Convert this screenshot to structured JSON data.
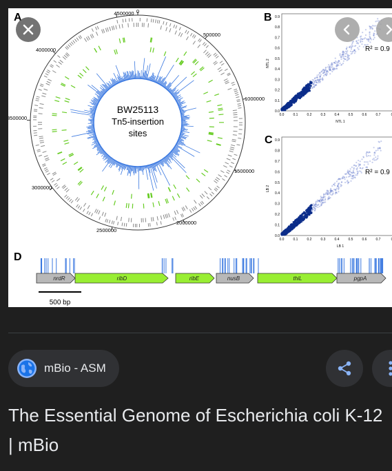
{
  "figure": {
    "panel_a": {
      "label": "A",
      "center_lines": [
        "BW25113",
        "Tn5-insertion",
        "sites"
      ],
      "ticks": [
        "4500000",
        "0",
        "500000",
        "1000000",
        "1500000",
        "2000000",
        "2500000",
        "3000000",
        "3500000",
        "4000000"
      ]
    },
    "panel_b": {
      "label": "B",
      "r2": "R² = 0.9",
      "xlabel": "NTL 1",
      "ylabel": "NTL 2",
      "y_ticks": [
        "0.0",
        "0.1",
        "0.2",
        "0.3",
        "0.4",
        "0.5",
        "0.6",
        "0.7",
        "0.8",
        "0.9"
      ],
      "x_ticks": [
        "0.0",
        "0.1",
        "0.2",
        "0.3",
        "0.4",
        "0.5",
        "0.6",
        "0.7",
        "0"
      ]
    },
    "panel_c": {
      "label": "C",
      "r2": "R² = 0.9",
      "xlabel": "LB 1",
      "ylabel": "LB 2",
      "y_ticks": [
        "0.0",
        "0.1",
        "0.2",
        "0.3",
        "0.4",
        "0.5",
        "0.6",
        "0.7",
        "0.8",
        "0.9"
      ],
      "x_ticks": [
        "0.0",
        "0.1",
        "0.2",
        "0.3",
        "0.4",
        "0.5",
        "0.6",
        "0.7",
        "0"
      ]
    },
    "panel_d": {
      "label": "D",
      "genes": [
        "nrdR",
        "ribD",
        "ribE",
        "nusB",
        "thiL",
        "pgpA"
      ],
      "scale_label": "500 bp"
    }
  },
  "source": {
    "name": "mBio - ASM",
    "icon": "globe-icon"
  },
  "actions": {
    "share_icon": "share-icon",
    "more_icon": "more-vert-icon",
    "close_icon": "close-icon",
    "prev_icon": "chevron-left-icon",
    "next_icon": "chevron-right-icon"
  },
  "title": "The Essential Genome of Escherichia coli K-12 | mBio",
  "colors": {
    "background": "#1f1f1f",
    "chip": "#303134",
    "accent_blue": "#4a7bd0",
    "gene_green": "#99ee33",
    "gene_gray": "#b8b8b8",
    "insertion_blue": "#3a78e0"
  }
}
